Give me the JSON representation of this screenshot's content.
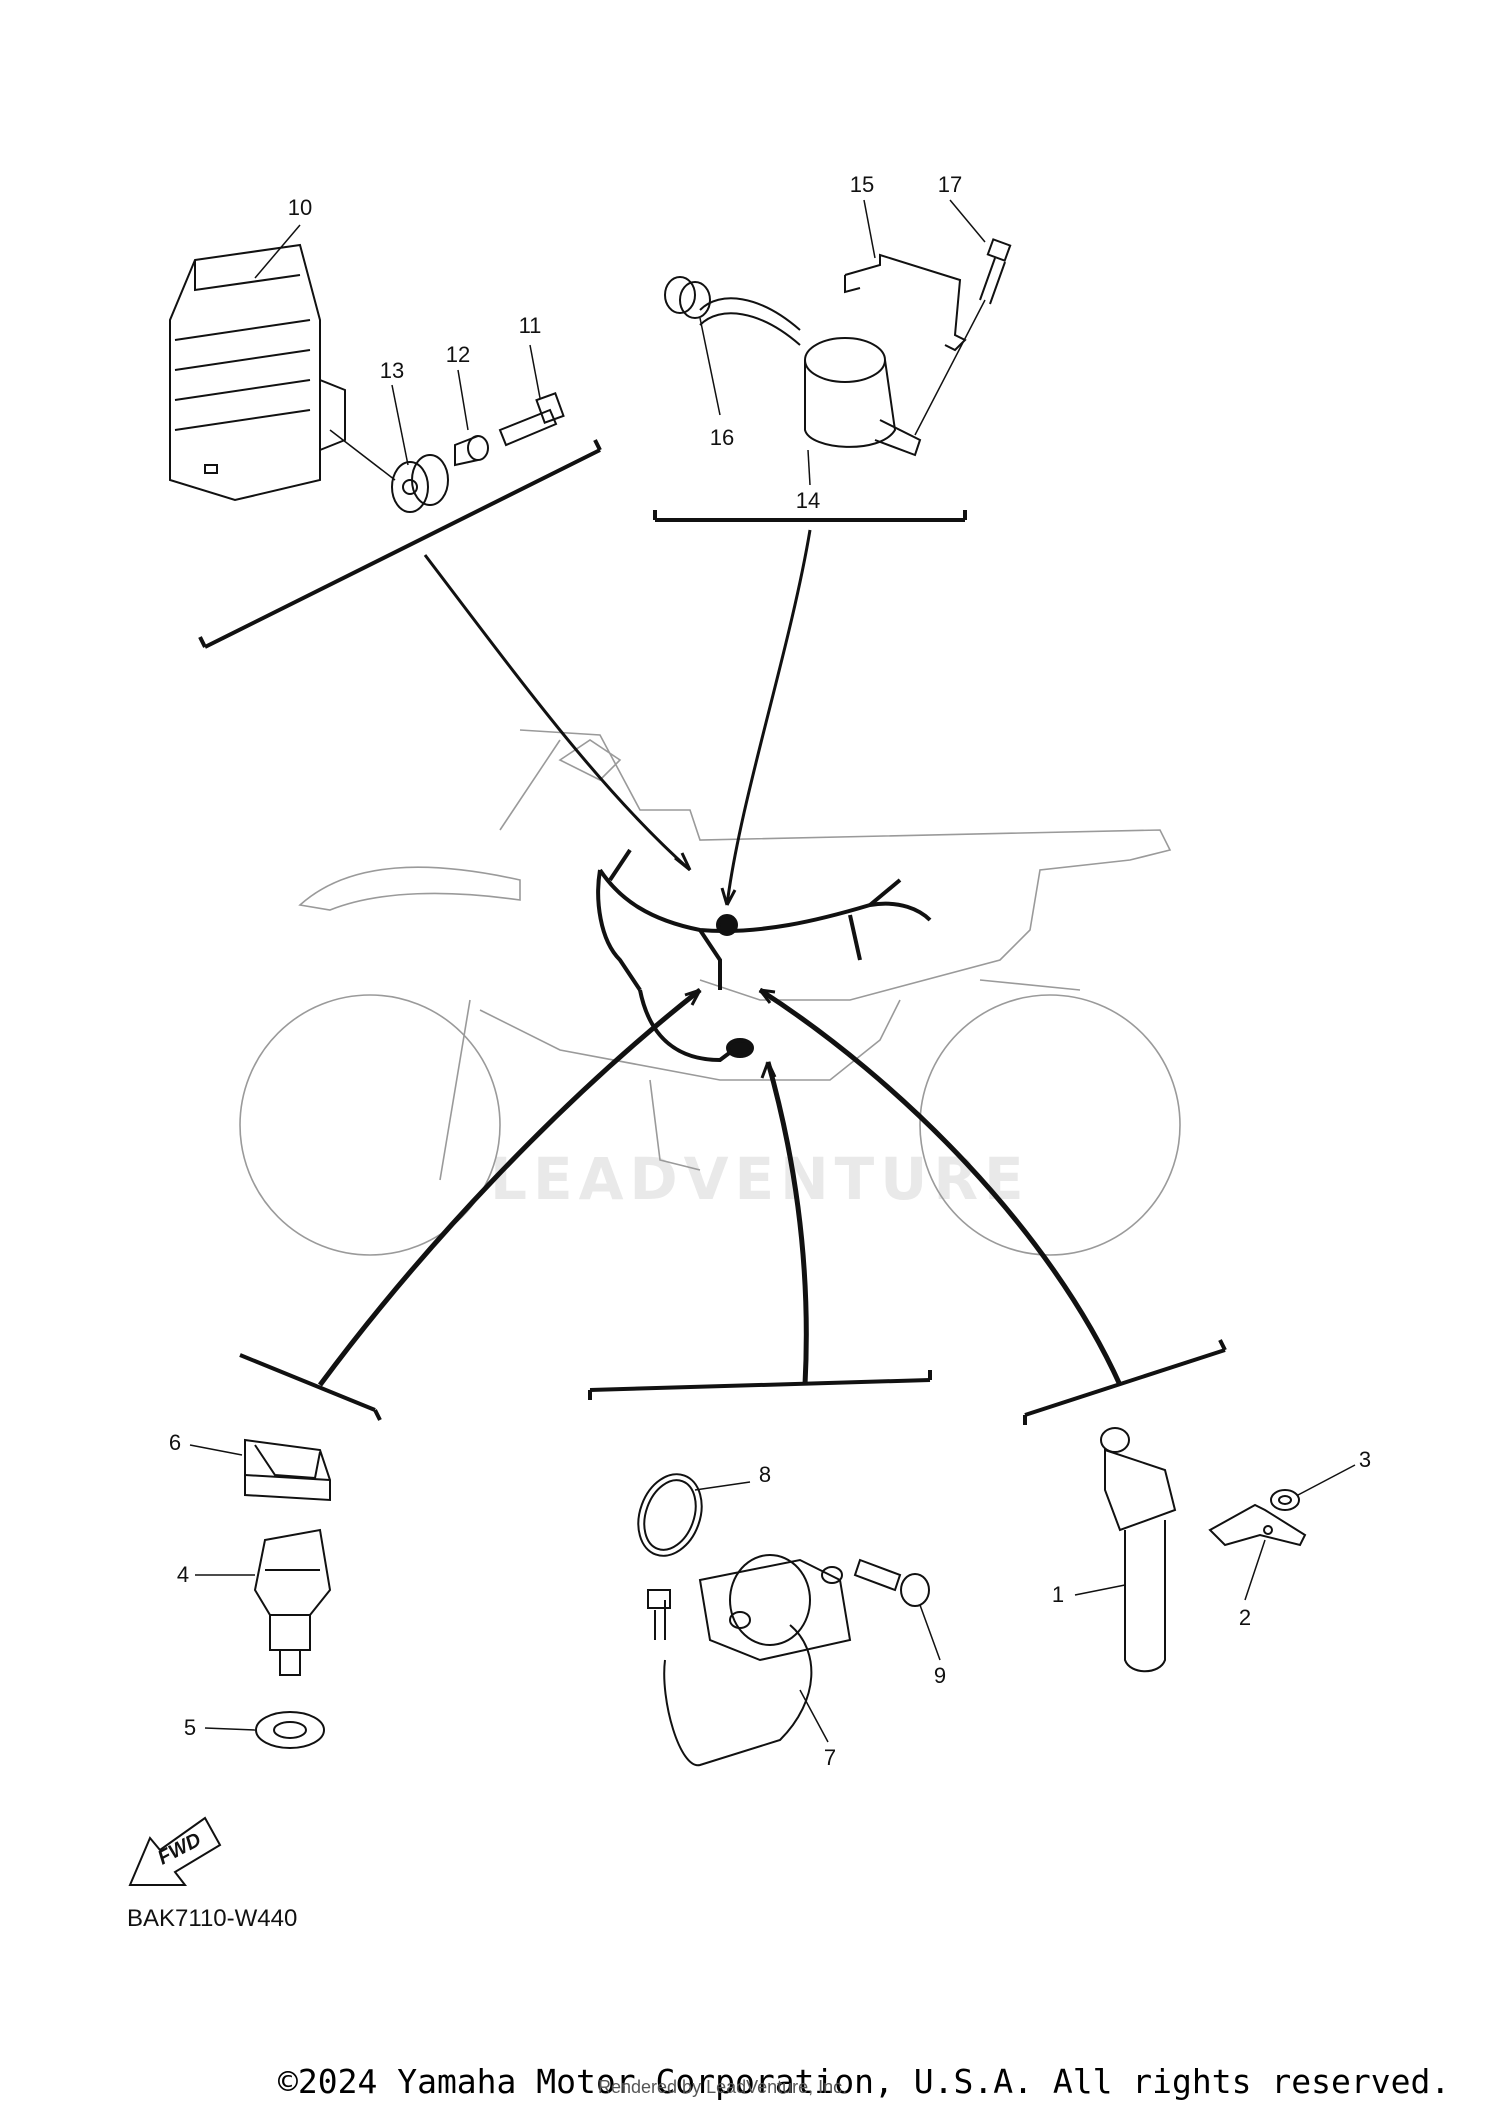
{
  "diagram": {
    "code": "BAK7110-W440",
    "watermark": "LEADVENTURE",
    "fwd_label": "FWD",
    "copyright": "©2024 Yamaha Motor Corporation, U.S.A. All rights reserved.",
    "rendered_by": "Rendered by LeadVenture, Inc.",
    "callouts": [
      "1",
      "2",
      "3",
      "4",
      "5",
      "6",
      "7",
      "8",
      "9",
      "10",
      "11",
      "12",
      "13",
      "14",
      "15",
      "16",
      "17"
    ]
  }
}
